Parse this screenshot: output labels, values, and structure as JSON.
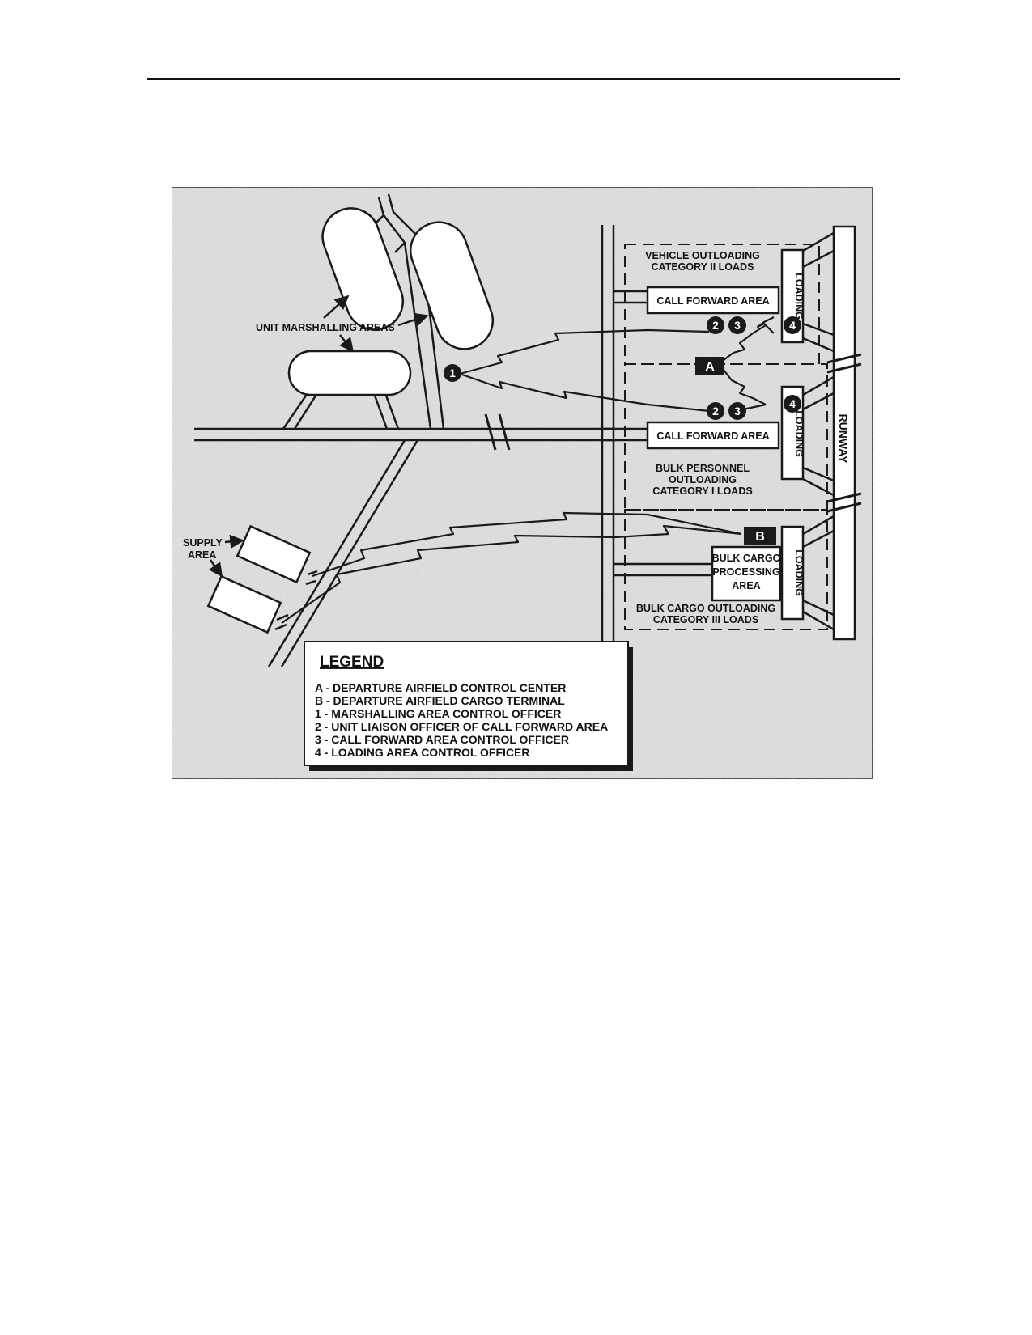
{
  "figure": {
    "colors": {
      "background": "#e2e2e2",
      "line": "#1a1a1a",
      "box": "#ffffff",
      "marker": "#1a1a1a"
    },
    "labels": {
      "unit_marshalling_areas": "UNIT MARSHALLING AREAS",
      "supply_area_line1": "SUPPLY",
      "supply_area_line2": "AREA",
      "vehicle_outloading_line1": "VEHICLE OUTLOADING",
      "vehicle_outloading_line2": "CATEGORY II LOADS",
      "call_forward_top": "CALL FORWARD AREA",
      "call_forward_bottom": "CALL FORWARD AREA",
      "bulk_personnel_line1": "BULK PERSONNEL",
      "bulk_personnel_line2": "OUTLOADING",
      "bulk_personnel_line3": "CATEGORY I LOADS",
      "bulk_cargo_outloading_line1": "BULK CARGO OUTLOADING",
      "bulk_cargo_outloading_line2": "CATEGORY III LOADS",
      "bulk_cargo_processing_line1": "BULK CARGO",
      "bulk_cargo_processing_line2": "PROCESSING",
      "bulk_cargo_processing_line3": "AREA",
      "loading": "LOADING",
      "runway": "RUNWAY"
    },
    "markers": {
      "one": "1",
      "two": "2",
      "three": "3",
      "four": "4",
      "a": "A",
      "b": "B"
    },
    "legend": {
      "title": "LEGEND",
      "items": [
        "A - DEPARTURE AIRFIELD CONTROL CENTER",
        "B - DEPARTURE AIRFIELD CARGO TERMINAL",
        "1 - MARSHALLING AREA CONTROL OFFICER",
        "2 - UNIT LIAISON OFFICER OF CALL FORWARD AREA",
        "3 - CALL FORWARD AREA CONTROL OFFICER",
        "4 - LOADING AREA CONTROL OFFICER"
      ]
    }
  }
}
